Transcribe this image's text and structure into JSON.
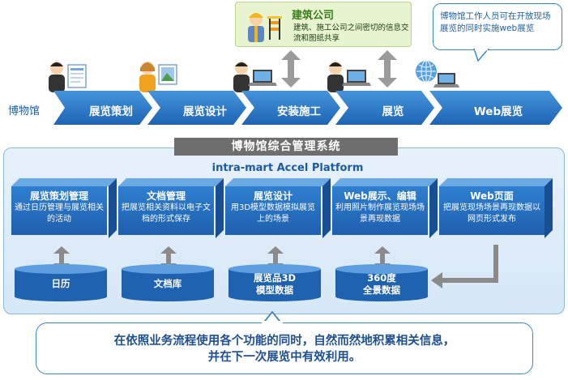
{
  "company": {
    "title": "建筑公司",
    "description": "建筑、施工公司之间密切的信息交流和图纸共享"
  },
  "web_callout": {
    "text": "博物馆工作人员可在开放现场展览的同时实施web展览"
  },
  "process": {
    "actor_label": "博物馆",
    "steps": [
      "展览策划",
      "展览设计",
      "安装施工",
      "展览",
      "Web展览"
    ]
  },
  "system": {
    "title": "博物馆综合管理系统",
    "platform": "intra-mart Accel Platform"
  },
  "modules": [
    {
      "title": "展览策划管理",
      "desc": "通过日历管理与展览相关的活动"
    },
    {
      "title": "文档管理",
      "desc": "把展览相关资料以电子文档的形式保存"
    },
    {
      "title": "展览设计",
      "desc": "用3D模型数据模拟展览上的场景"
    },
    {
      "title": "Web展示、编辑",
      "desc": "利用照片制作展览现场场景再现数据"
    },
    {
      "title": "Web页面",
      "desc": "把展览现场场景再现数据以网页形式发布"
    }
  ],
  "databases": [
    {
      "line1": "日历",
      "line2": ""
    },
    {
      "line1": "文档库",
      "line2": ""
    },
    {
      "line1": "展览品3D",
      "line2": "模型数据"
    },
    {
      "line1": "360度",
      "line2": "全景数据"
    }
  ],
  "bottom_note": {
    "line1": "在依照业务流程使用各个功能的同时，自然而然地积累相关信息，",
    "line2": "并在下一次展览中有效利用。"
  },
  "colors": {
    "chevron": "#2d7fc8",
    "module": "#2a76c6",
    "database": "#1f63b0",
    "accent_green": "#3b7d1c",
    "arrow_gray": "#8a8a8a"
  }
}
